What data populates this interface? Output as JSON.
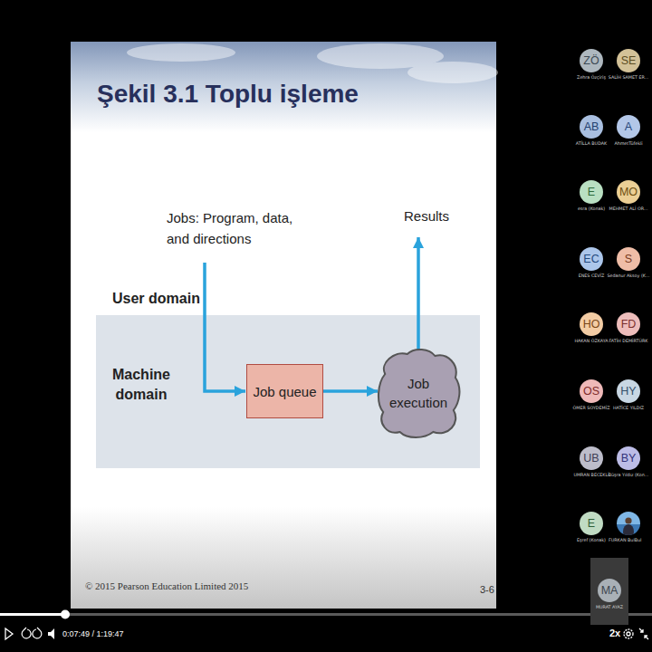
{
  "diagram": {
    "title": "Şekil 3.1 Toplu işleme",
    "nodes": [
      {
        "text": [
          "Machine domain"
        ]
      },
      {
        "text": [
          "Job queue"
        ],
        "in": 0
      },
      {
        "text": [
          "Job execution"
        ],
        "in": 0
      },
      {
        "text": [
          "ZÖ",
          "Zehra Özçiriş"
        ]
      },
      {
        "text": [
          "SE",
          "SALİH SAMET ER..."
        ]
      },
      {
        "text": [
          "AB",
          "ATİLLA BUDAK"
        ]
      },
      {
        "text": [
          "A",
          "AhmetTüfekli"
        ]
      },
      {
        "text": [
          "E",
          "esra (Konak)"
        ]
      },
      {
        "text": [
          "MO",
          "MEHMET ALİ OR..."
        ]
      },
      {
        "text": [
          "EC",
          "ENES CEVİZ"
        ]
      },
      {
        "text": [
          "S",
          "Sedanur Aksoy (K..."
        ]
      },
      {
        "text": [
          "HO",
          "HAKAN ÖZKAYA"
        ]
      },
      {
        "text": [
          "FD",
          "FATİH DEMİRTÜRK"
        ]
      },
      {
        "text": [
          "OS",
          "ÖMER SOYDEMİZ"
        ]
      },
      {
        "text": [
          "HY",
          "HATİCE YILDIZ"
        ]
      },
      {
        "text": [
          "UB",
          "UMRAN BECEKLİ"
        ]
      },
      {
        "text": [
          "BY",
          "Büşra Yıldız (Kon..."
        ]
      },
      {
        "text": [
          "E",
          "Eşref (Konak)"
        ]
      },
      {
        "text": [
          "FURKAN BulBul"
        ]
      },
      {
        "text": [
          "MA",
          "MURAT AYAZ"
        ]
      }
    ],
    "edges": [
      {
        "from": 1,
        "to": 2,
        "arrow": "to"
      }
    ],
    "labels": [
      "User domain",
      "Jobs: Program, data, and directions",
      "Results",
      "© 2015 Pearson Education Limited 2015",
      "3-6",
      "0:07:49 / 1:19:47",
      "2x"
    ]
  }
}
